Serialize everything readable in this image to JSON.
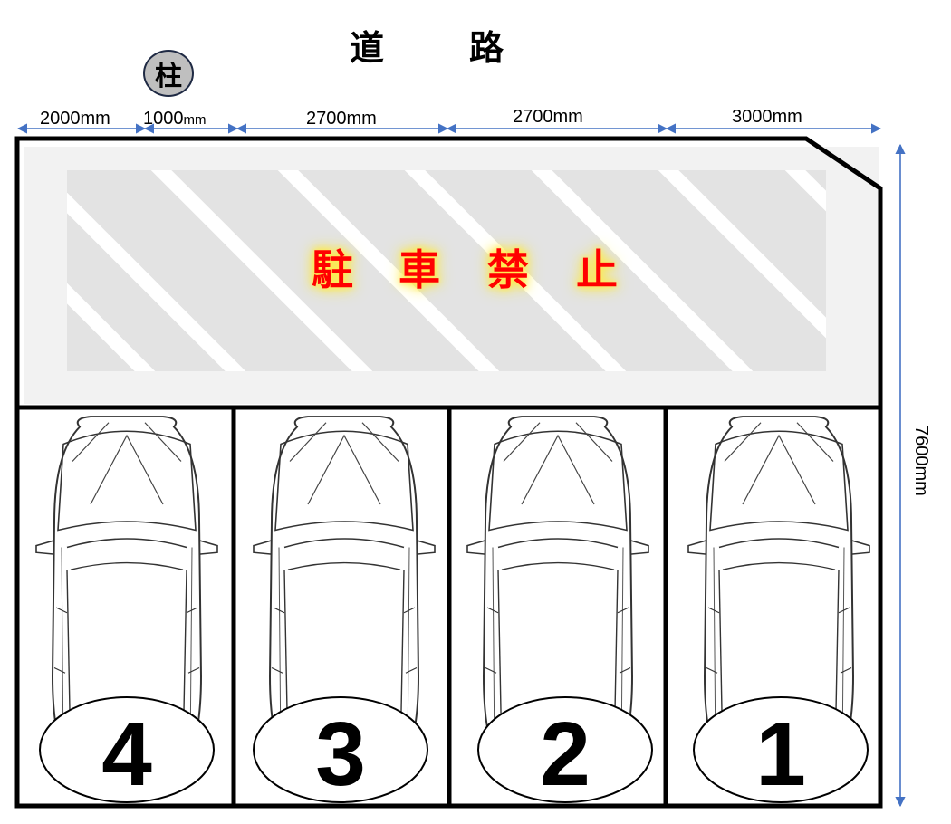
{
  "title": {
    "char1": "道",
    "char2": "路"
  },
  "pillar": {
    "label": "柱"
  },
  "dimensions": {
    "seg1": "2000mm",
    "seg2_value": "1000",
    "seg2_unit": "mm",
    "seg3": "2700mm",
    "seg4": "2700mm",
    "seg5": "3000mm",
    "depth": "7600mm"
  },
  "no_parking": {
    "c1": "駐",
    "c2": "車",
    "c3": "禁",
    "c4": "止"
  },
  "spaces": [
    {
      "number": "4"
    },
    {
      "number": "3"
    },
    {
      "number": "2"
    },
    {
      "number": "1"
    }
  ],
  "colors": {
    "outline": "#000000",
    "arrow": "#4472c4",
    "hatch": "#e3e3e3",
    "no_parking_text": "#ff0000",
    "glow": "#ffe833",
    "pillar_fill": "#bfbfbf"
  }
}
